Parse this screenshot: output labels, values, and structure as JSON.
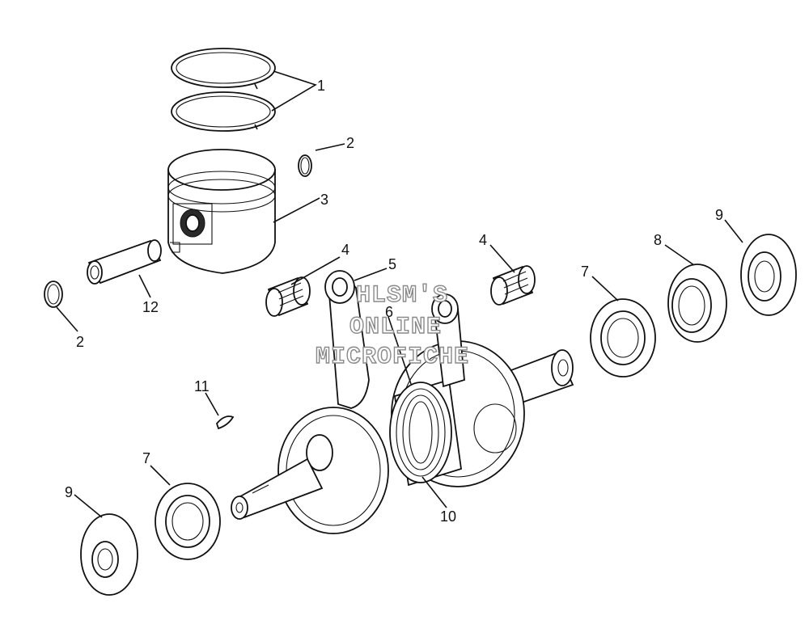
{
  "diagram": {
    "callouts": [
      {
        "id": "c1",
        "text": "1"
      },
      {
        "id": "c2a",
        "text": "2"
      },
      {
        "id": "c2b",
        "text": "2"
      },
      {
        "id": "c3",
        "text": "3"
      },
      {
        "id": "c4a",
        "text": "4"
      },
      {
        "id": "c4b",
        "text": "4"
      },
      {
        "id": "c5",
        "text": "5"
      },
      {
        "id": "c6",
        "text": "6"
      },
      {
        "id": "c7a",
        "text": "7"
      },
      {
        "id": "c7b",
        "text": "7"
      },
      {
        "id": "c8",
        "text": "8"
      },
      {
        "id": "c9a",
        "text": "9"
      },
      {
        "id": "c9b",
        "text": "9"
      },
      {
        "id": "c10",
        "text": "10"
      },
      {
        "id": "c11",
        "text": "11"
      },
      {
        "id": "c12",
        "text": "12"
      }
    ],
    "watermark": {
      "line1": "HLSM'S",
      "line2": "ONLINE",
      "line3": "MICROFICHE"
    }
  }
}
